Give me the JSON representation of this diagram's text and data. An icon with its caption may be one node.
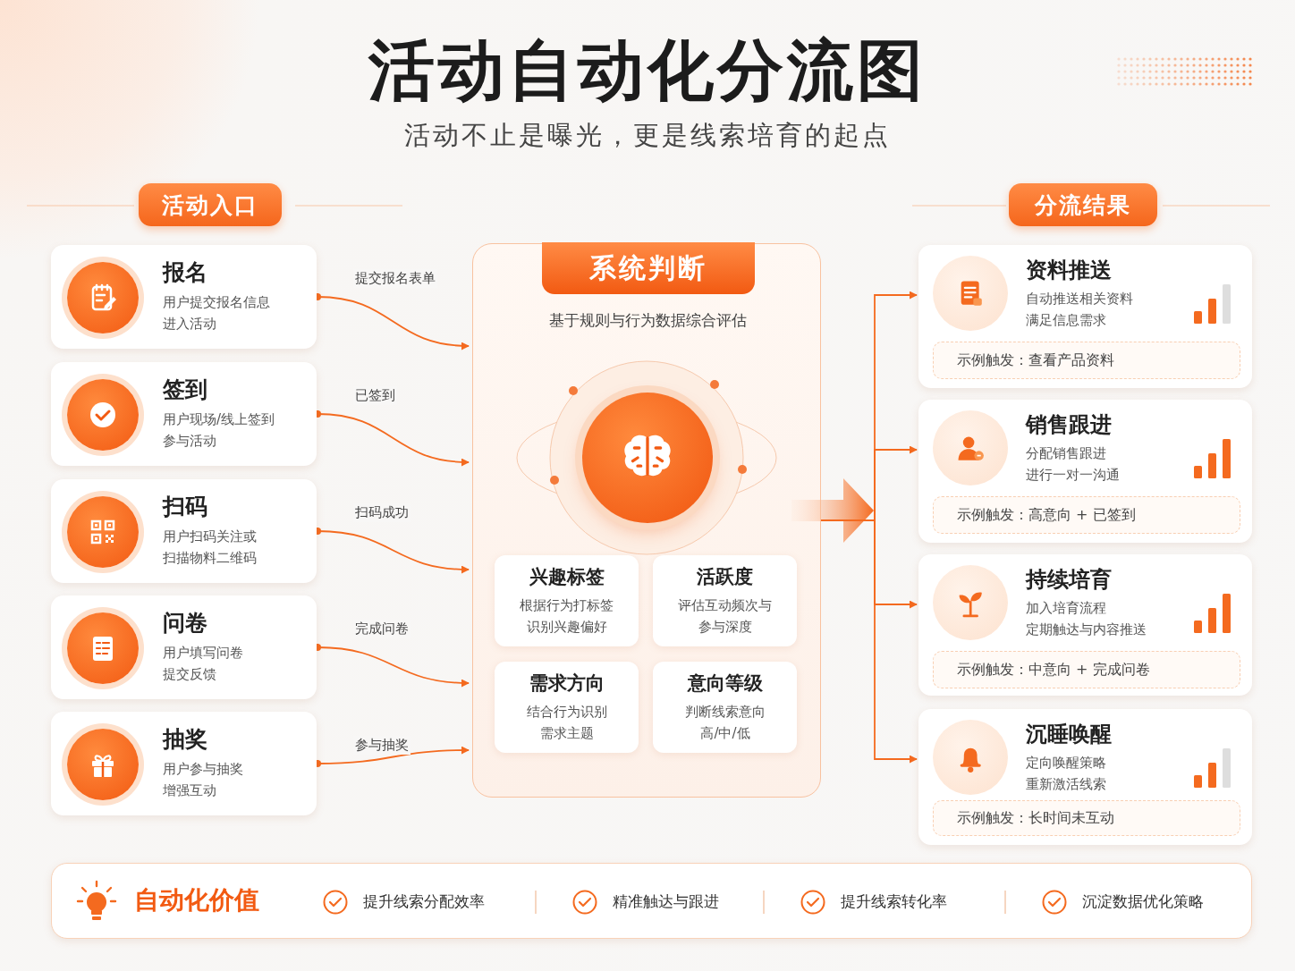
{
  "diagram": {
    "title": "活动自动化分流图",
    "nodes": [
      {
        "text": [
          "活动入口"
        ]
      },
      {
        "text": [
          "报名",
          "用户提交报名信息进入活动"
        ]
      },
      {
        "text": [
          "签到",
          "用户现场/线上签到参与活动"
        ]
      },
      {
        "text": [
          "扫码",
          "用户扫码关注或扫描物料二维码"
        ]
      },
      {
        "text": [
          "问卷",
          "用户填写问卷提交反馈"
        ]
      },
      {
        "text": [
          "抽奖",
          "用户参与抽奖增强互动"
        ]
      },
      {
        "text": [
          "系统判断",
          "基于规则与行为数据综合评估"
        ]
      },
      {
        "text": [],
        "shape": "circle",
        "in": 6
      },
      {
        "text": [
          "兴趣标签",
          "根据行为打标签识别兴趣偏好"
        ],
        "in": 6
      },
      {
        "text": [
          "活跃度",
          "评估互动频次与参与深度"
        ],
        "in": 6
      },
      {
        "text": [
          "需求方向",
          "结合行为识别需求主题"
        ],
        "in": 6
      },
      {
        "text": [
          "意向等级",
          "判断线索意向高/中/低"
        ],
        "in": 6
      },
      {
        "text": [
          "分流结果"
        ]
      },
      {
        "text": [
          "资料推送",
          "自动推送相关资料满足信息需求"
        ]
      },
      {
        "text": [
          "示例触发：查看产品资料"
        ],
        "in": 13
      },
      {
        "text": [
          "销售跟进",
          "分配销售跟进进行一对一沟通"
        ]
      },
      {
        "text": [
          "示例触发：高意向 + 已签到"
        ],
        "in": 15
      },
      {
        "text": [
          "持续培育",
          "加入培育流程定期触达与内容推送"
        ]
      },
      {
        "text": [
          "示例触发：中意向 + 完成问卷"
        ],
        "in": 17
      },
      {
        "text": [
          "沉睡唤醒",
          "定向唤醒策略重新激活线索"
        ]
      },
      {
        "text": [
          "示例触发：长时间未互动"
        ],
        "in": 19
      },
      {
        "text": [
          "自动化价值",
          "提升线索分配效率",
          "精准触达与跟进",
          "提升线索转化率",
          "沉淀数据优化策略"
        ]
      }
    ],
    "edges": [
      {
        "from": 1,
        "to": 6,
        "arrow": "to",
        "label": "提交报名表单"
      },
      {
        "from": 2,
        "to": 6,
        "arrow": "to",
        "label": "已签到"
      },
      {
        "from": 3,
        "to": 6,
        "arrow": "to",
        "label": "扫码成功"
      },
      {
        "from": 4,
        "to": 6,
        "arrow": "to",
        "label": "完成问卷"
      },
      {
        "from": 5,
        "to": 6,
        "arrow": "to",
        "label": "参与抽奖"
      },
      {
        "from": 6,
        "to": 13,
        "arrow": "to"
      },
      {
        "from": 6,
        "to": 15,
        "arrow": "to"
      },
      {
        "from": 6,
        "to": 17,
        "arrow": "to"
      },
      {
        "from": 6,
        "to": 19,
        "arrow": "to"
      }
    ],
    "labels": [
      "活动不止是曝光，更是线索培育的起点"
    ]
  }
}
